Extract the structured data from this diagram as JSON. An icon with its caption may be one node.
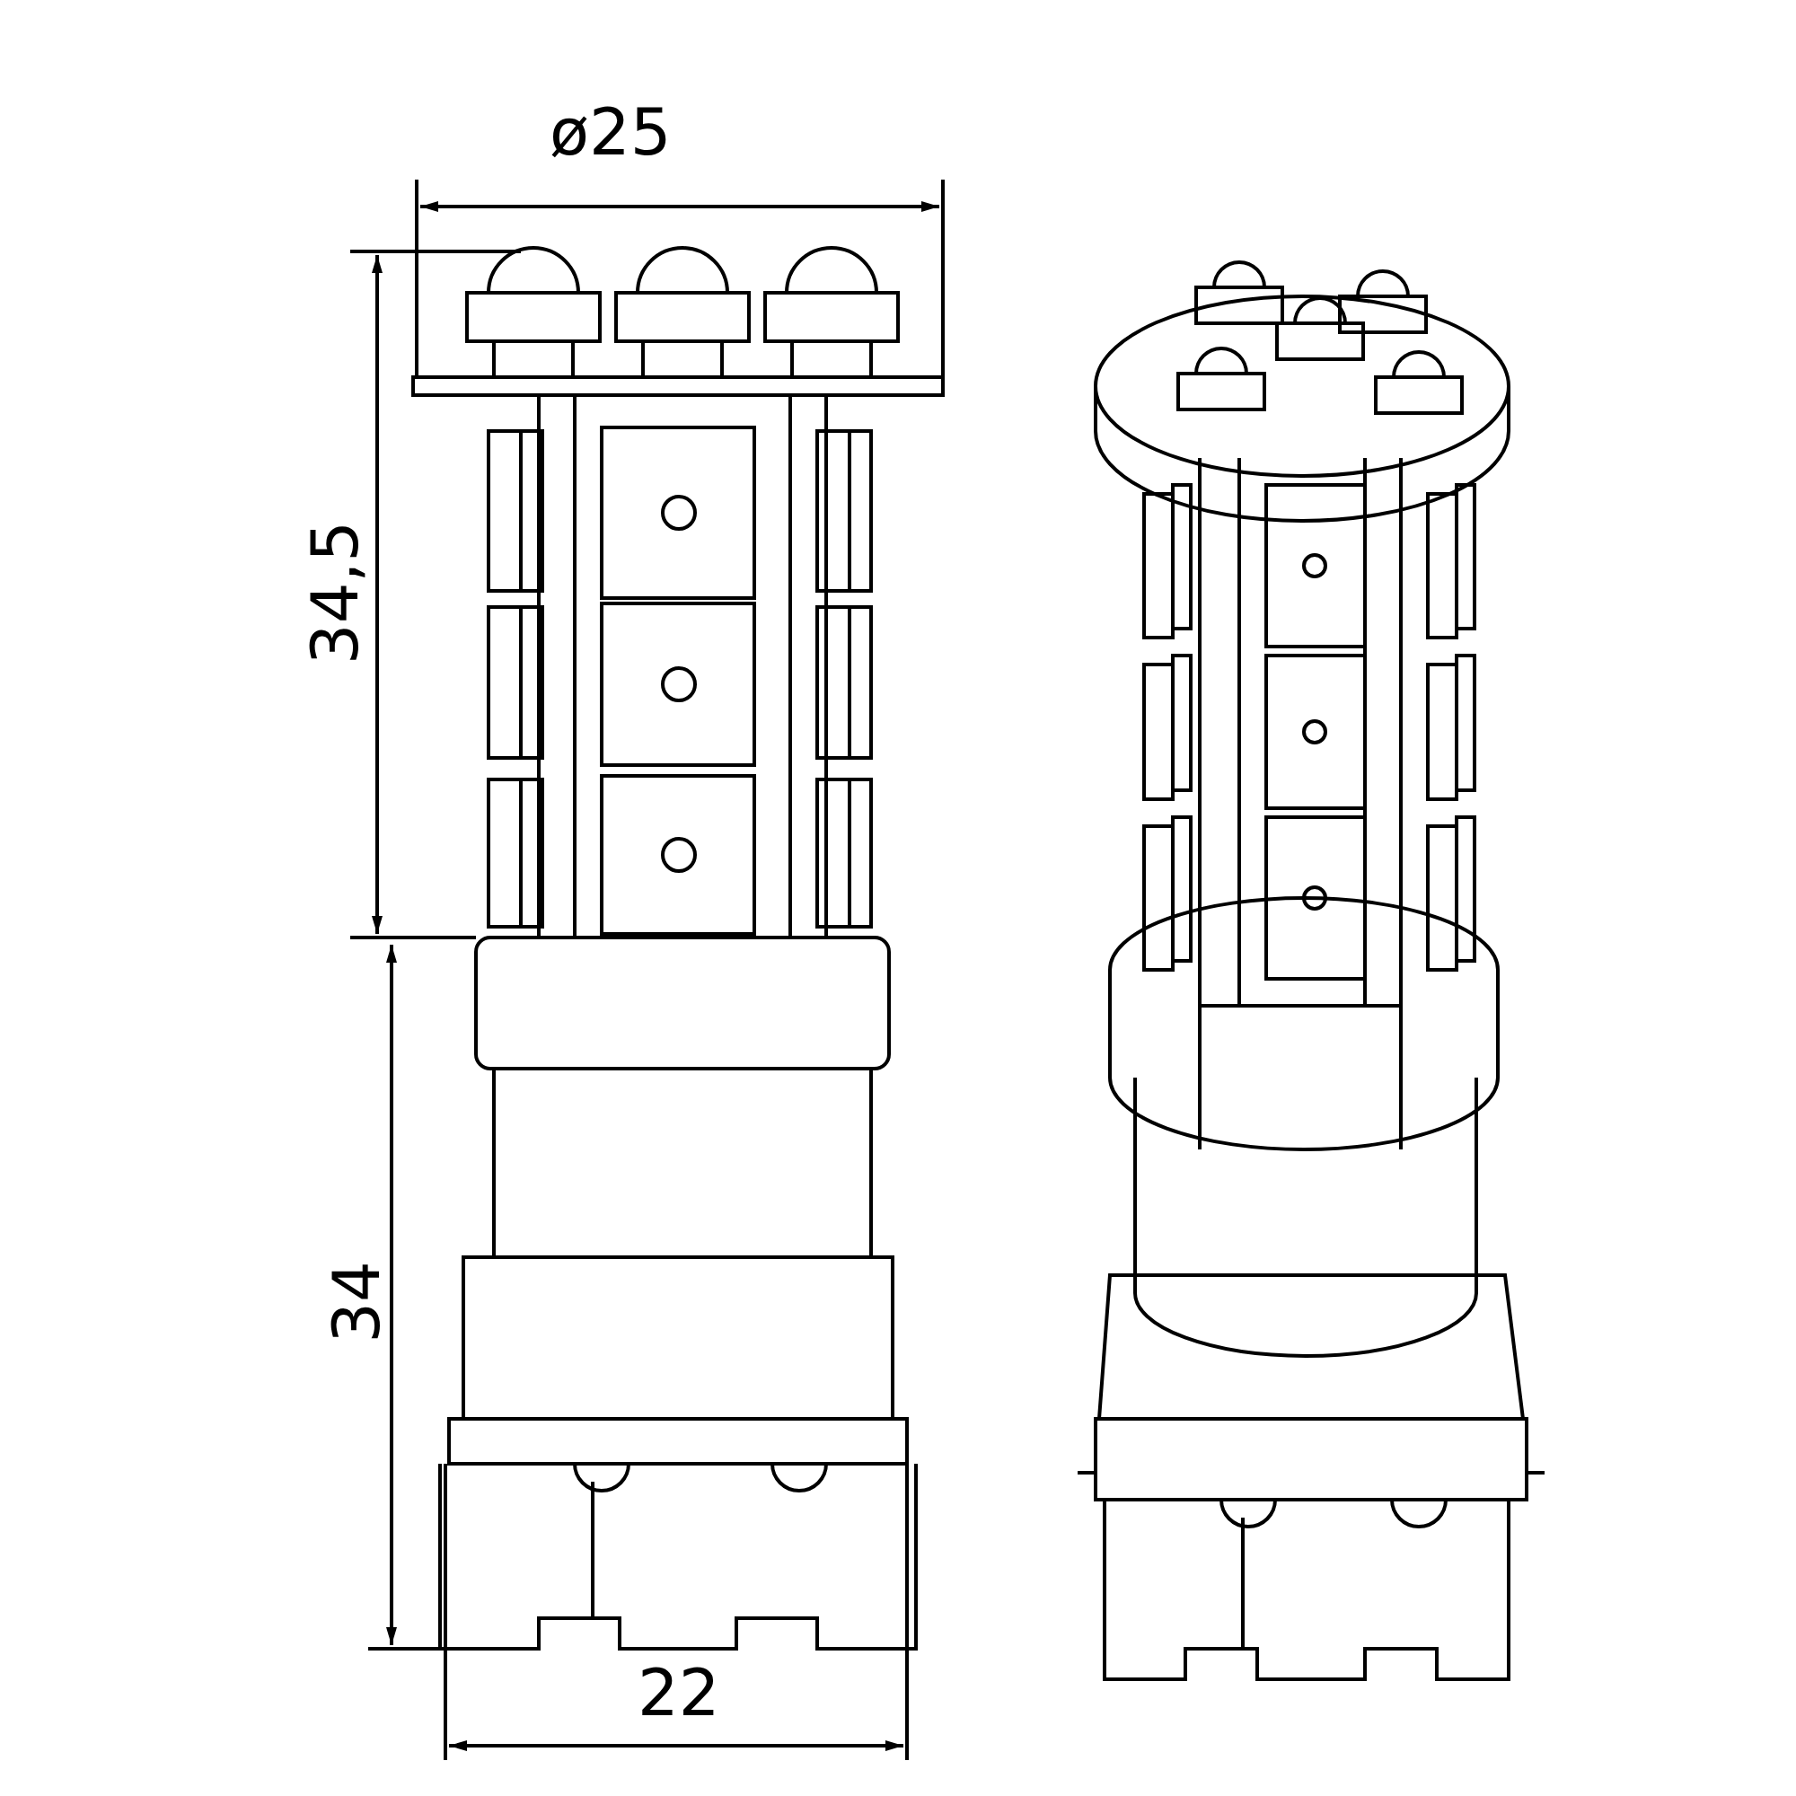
{
  "diagram": {
    "labels": [
      "ø25",
      "34,5",
      "34",
      "22"
    ]
  }
}
